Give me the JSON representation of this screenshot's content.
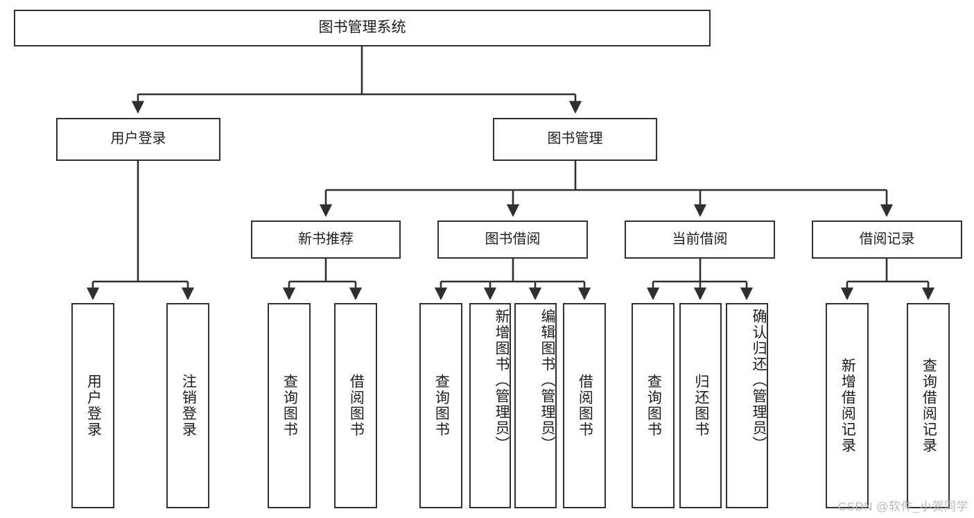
{
  "diagram": {
    "title": "图书管理系统",
    "type": "tree-hierarchy",
    "root": {
      "label": "图书管理系统"
    },
    "level1": [
      {
        "label": "用户登录"
      },
      {
        "label": "图书管理"
      }
    ],
    "level2": [
      {
        "label": "新书推荐"
      },
      {
        "label": "图书借阅"
      },
      {
        "label": "当前借阅"
      },
      {
        "label": "借阅记录"
      }
    ],
    "leaves": [
      {
        "label": "用户登录",
        "parent": "用户登录"
      },
      {
        "label": "注销登录",
        "parent": "用户登录"
      },
      {
        "label": "查询图书",
        "parent": "新书推荐"
      },
      {
        "label": "借阅图书",
        "parent": "新书推荐"
      },
      {
        "label": "查询图书",
        "parent": "图书借阅"
      },
      {
        "label": "新增图书（管理员）",
        "parent": "图书借阅"
      },
      {
        "label": "编辑图书（管理员）",
        "parent": "图书借阅"
      },
      {
        "label": "借阅图书",
        "parent": "图书借阅"
      },
      {
        "label": "查询图书",
        "parent": "当前借阅"
      },
      {
        "label": "归还图书",
        "parent": "当前借阅"
      },
      {
        "label": "确认归还（管理员）",
        "parent": "当前借阅"
      },
      {
        "label": "新增借阅记录",
        "parent": "借阅记录"
      },
      {
        "label": "查询借阅记录",
        "parent": "借阅记录"
      }
    ]
  },
  "watermark": {
    "text": "CSDN @软件_小贺同学"
  },
  "colors": {
    "background": "#ffffff",
    "box_border": "#2f2f2f",
    "box_fill": "#ffffff",
    "text": "#1d1d1d",
    "connector": "#2f2f2f",
    "watermark": "#b9b9b9"
  }
}
